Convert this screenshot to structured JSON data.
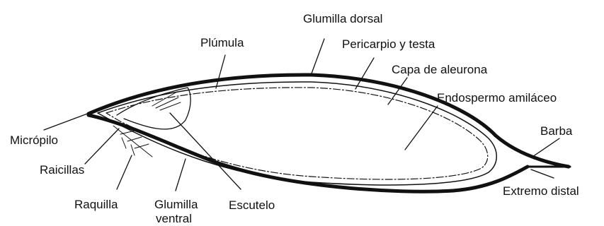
{
  "diagram": {
    "labels": {
      "glumilla_dorsal": "Glumilla dorsal",
      "plumula": "Plúmula",
      "pericarpio_testa": "Pericarpio y testa",
      "capa_aleurona": "Capa de aleurona",
      "endospermo": "Endospermo amiláceo",
      "barba": "Barba",
      "micropilo": "Micrópilo",
      "raicillas": "Raicillas",
      "raquilla": "Raquilla",
      "glumilla_ventral_1": "Glumilla",
      "glumilla_ventral_2": "ventral",
      "escutelo": "Escutelo",
      "extremo_distal": "Extremo distal"
    },
    "colors": {
      "ink": "#111111",
      "paper": "#ffffff"
    }
  }
}
